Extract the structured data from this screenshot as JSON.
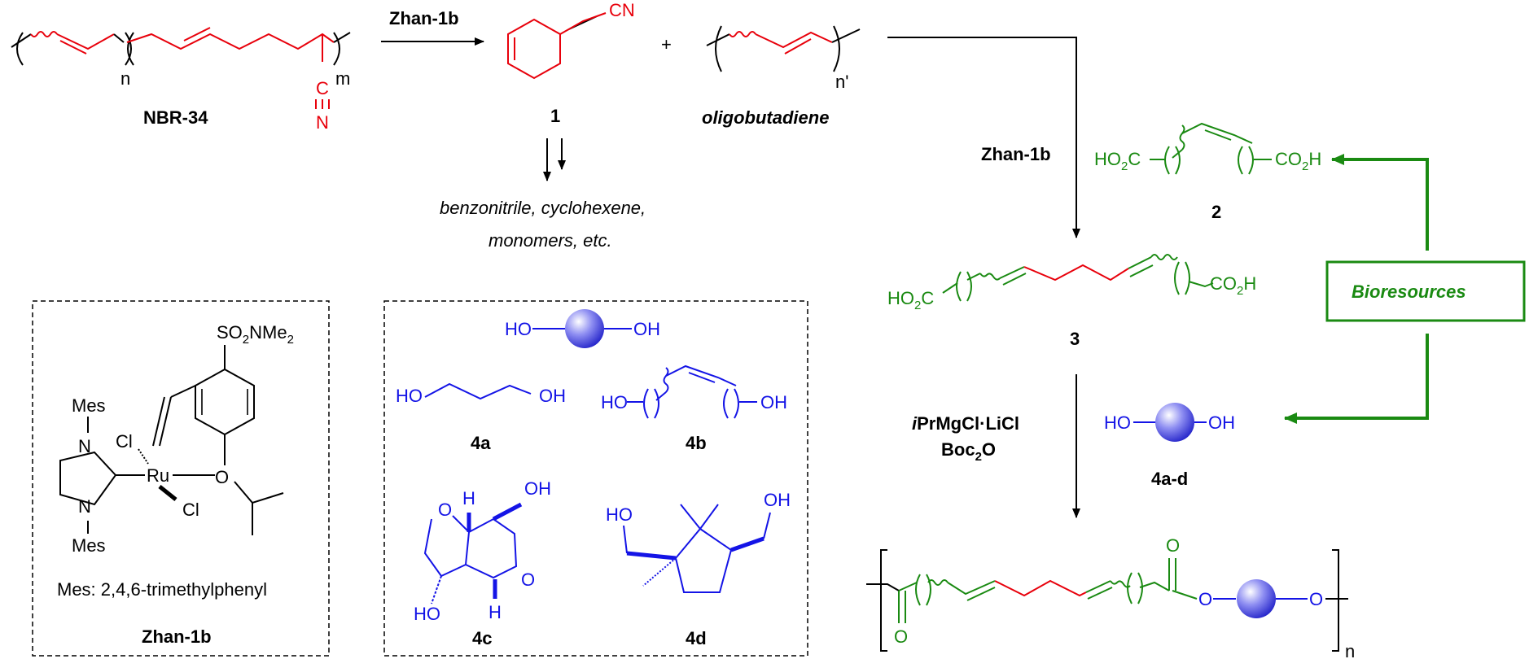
{
  "colors": {
    "red": "#e8000b",
    "green": "#1a8a12",
    "blue": "#1414e6",
    "black": "#000000"
  },
  "top": {
    "nbr_label": "NBR-34",
    "n": "n",
    "m": "m",
    "nitrile_c": "C",
    "nitrile_n": "N",
    "cat_top": "Zhan-1b",
    "cn": "CN",
    "plus": "+",
    "n_prime": "n'",
    "compound1": "1",
    "oligo_label": "oligobutadiene",
    "byproducts_line1": "benzonitrile, cyclohexene,",
    "byproducts_line2": "monomers, etc."
  },
  "right": {
    "cat_right": "Zhan-1b",
    "diacid2_left": "HO",
    "diacid2_left_sub": "2",
    "diacid2_left_c": "C",
    "diacid2_right": "CO",
    "diacid2_right_sub": "2",
    "diacid2_right_h": "H",
    "compound2": "2",
    "bioresources": "Bioresources",
    "diacid3_left": "HO",
    "diacid3_left_sub": "2",
    "diacid3_left_c": "C",
    "diacid3_right": "CO",
    "diacid3_right_sub": "2",
    "diacid3_right_h": "H",
    "compound3": "3",
    "reagent1_i": "i",
    "reagent1_rest": "PrMgCl·LiCl",
    "reagent2_a": "Boc",
    "reagent2_sub": "2",
    "reagent2_b": "O",
    "diol_ho": "HO",
    "diol_oh": "OH",
    "compound4ad": "4a-d",
    "poly_o": "O",
    "poly_n": "n"
  },
  "catalyst_box": {
    "so2": "SO",
    "so2_sub": "2",
    "nme2": "NMe",
    "nme2_sub": "2",
    "mes_top": "Mes",
    "mes_bottom": "Mes",
    "n_top": "N",
    "n_bottom": "N",
    "cl_top": "Cl",
    "cl_bottom": "Cl",
    "ru": "Ru",
    "o": "O",
    "mes_def": "Mes: 2,4,6-trimethylphenyl",
    "name": "Zhan-1b"
  },
  "diol_box": {
    "ho": "HO",
    "oh": "OH",
    "label_4a": "4a",
    "label_4b": "4b",
    "label_4c": "4c",
    "label_4d": "4d",
    "h": "H",
    "o": "O"
  }
}
